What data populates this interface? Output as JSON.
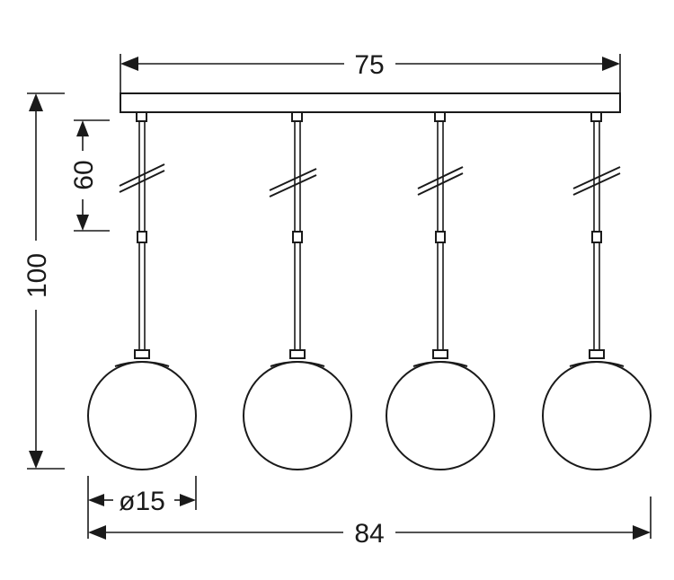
{
  "dimensions": {
    "top_width": "75",
    "total_height": "100",
    "cable_length": "60",
    "globe_diameter": "ø15",
    "total_width": "84"
  },
  "pendants": [
    {
      "id": 1
    },
    {
      "id": 2
    },
    {
      "id": 3
    },
    {
      "id": 4
    }
  ]
}
